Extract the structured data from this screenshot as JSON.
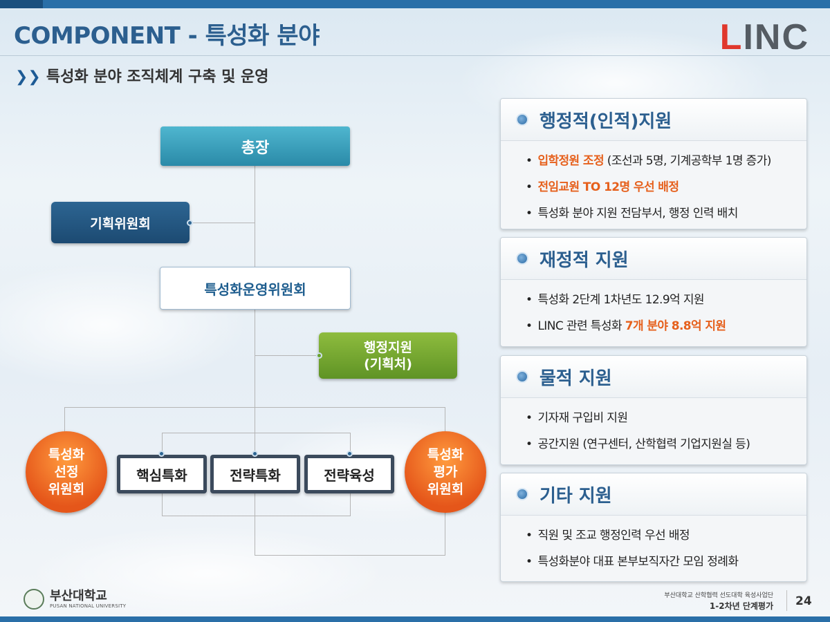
{
  "header": {
    "title": "COMPONENT - 특성화 분야",
    "logo": "LINC",
    "subtitle": "특성화 분야 조직체계 구축 및 운영"
  },
  "org_chart": {
    "president": "총장",
    "planning_committee": "기획위원회",
    "operating_committee": "특성화운영위원회",
    "admin_support_line1": "행정지원",
    "admin_support_line2": "(기획처)",
    "selection_committee": [
      "특성화",
      "선정",
      "위원회"
    ],
    "evaluation_committee": [
      "특성화",
      "평가",
      "위원회"
    ],
    "units": [
      "핵심특화",
      "전략특화",
      "전략육성"
    ]
  },
  "panels": [
    {
      "title": "행정적(인적)지원",
      "items": [
        {
          "hl": "입학정원 조정",
          "text": " (조선과 5명, 기계공학부 1명 증가)"
        },
        {
          "hl": "전임교원 TO 12명 우선 배정",
          "text": ""
        },
        {
          "hl": "",
          "text": "특성화 분야 지원 전담부서, 행정 인력 배치"
        }
      ]
    },
    {
      "title": "재정적 지원",
      "items": [
        {
          "pre": "특성화 2단계 1차년도 12.9억 지원",
          "hl": ""
        },
        {
          "pre": "LINC 관련 특성화 ",
          "hl": "7개 분야 8.8억 지원"
        }
      ]
    },
    {
      "title": "물적 지원",
      "items": [
        "기자재 구입비 지원",
        "공간지원  (연구센터, 산학협력 기업지원실 등)"
      ]
    },
    {
      "title": "기타 지원",
      "items": [
        "직원 및 조교 행정인력 우선 배정",
        "특성화분야 대표 본부보직자간  모임 정례화"
      ]
    }
  ],
  "footer": {
    "univ_ko": "부산대학교",
    "univ_en": "PUSAN NATIONAL UNIVERSITY",
    "project": "부산대학교 산학협력 선도대학 육성사업단",
    "evaluation": "1-2차년 단계평가",
    "page": "24"
  },
  "colors": {
    "title_blue": "#2c5f8f",
    "highlight_orange": "#e6601c",
    "admin_green": "#6aa22d",
    "committee_orange": "#e5561a"
  }
}
